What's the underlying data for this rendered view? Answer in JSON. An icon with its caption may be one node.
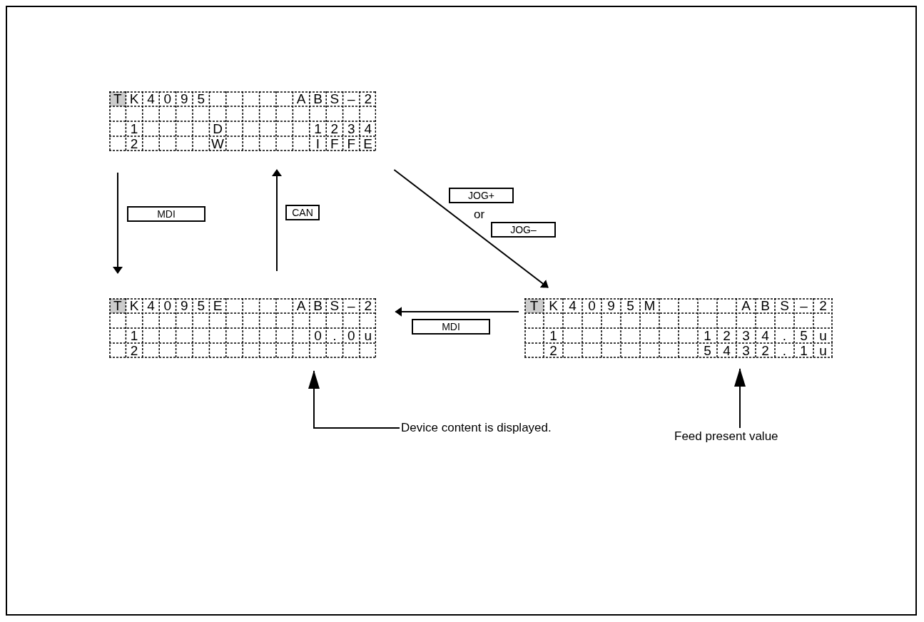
{
  "diagram": {
    "nodes": [
      {
        "text": [
          "T",
          "K",
          "4",
          "0",
          "9",
          "5",
          "A",
          "B",
          "S",
          "–",
          "2",
          "1",
          "D",
          "1",
          "2",
          "3",
          "4",
          "2",
          "W",
          "I",
          "F",
          "F",
          "E"
        ]
      },
      {
        "text": [
          "T",
          "K",
          "4",
          "0",
          "9",
          "5",
          "E",
          "A",
          "B",
          "S",
          "–",
          "2",
          "1",
          "0",
          ".",
          "0",
          "u",
          "2"
        ]
      },
      {
        "text": [
          "T",
          "K",
          "4",
          "0",
          "9",
          "5",
          "M",
          "A",
          "B",
          "S",
          "–",
          "2",
          "1",
          "1",
          "2",
          "3",
          "4",
          ".",
          "5",
          "u",
          "2",
          "5",
          "4",
          "3",
          "2",
          ".",
          "1",
          "u"
        ]
      },
      {
        "text": [
          "Device content is displayed."
        ]
      },
      {
        "text": [
          "Feed present value"
        ]
      }
    ],
    "edges": [
      {
        "from": 0,
        "to": 1,
        "arrow": "to",
        "label": "MDI"
      },
      {
        "from": 1,
        "to": 0,
        "arrow": "to",
        "label": "CAN"
      },
      {
        "from": 0,
        "to": 2,
        "arrow": "to"
      },
      {
        "from": 2,
        "to": 1,
        "arrow": "to",
        "label": "MDI"
      },
      {
        "from": 3,
        "to": 1,
        "arrow": "to"
      },
      {
        "from": 4,
        "to": 2,
        "arrow": "to"
      }
    ],
    "labels": [
      "JOG+",
      "or",
      "JOG–"
    ]
  }
}
